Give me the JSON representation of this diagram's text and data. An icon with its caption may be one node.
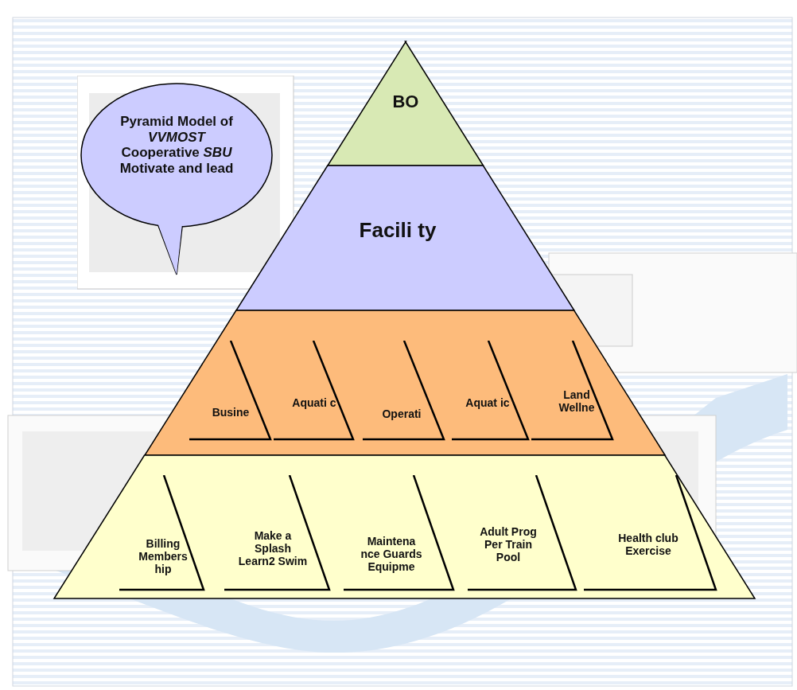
{
  "diagram": {
    "nodes": [
      {
        "text": [
          "Pyramid Model of *VVMOST* Cooperative *SBU* Motivate and lead"
        ]
      },
      {
        "text": [
          "BO"
        ]
      },
      {
        "text": [
          "Facili ty"
        ]
      },
      {
        "text": [],
        "shape": "band"
      },
      {
        "text": [
          "Busine"
        ],
        "in": 3
      },
      {
        "text": [
          "Aquati c"
        ],
        "in": 3
      },
      {
        "text": [
          "Operati"
        ],
        "in": 3
      },
      {
        "text": [
          "Aquat ic"
        ],
        "in": 3
      },
      {
        "text": [
          "Land Wellne"
        ],
        "in": 3
      },
      {
        "text": [],
        "shape": "band"
      },
      {
        "text": [
          "Billing Members hip"
        ],
        "in": 9
      },
      {
        "text": [
          "Make a Splash Learn2 Swim"
        ],
        "in": 9
      },
      {
        "text": [
          "Maintena nce Guards Equipme"
        ],
        "in": 9
      },
      {
        "text": [
          "Adult Prog Per Train Pool"
        ],
        "in": 9
      },
      {
        "text": [
          "Health club Exercise"
        ],
        "in": 9
      }
    ]
  }
}
